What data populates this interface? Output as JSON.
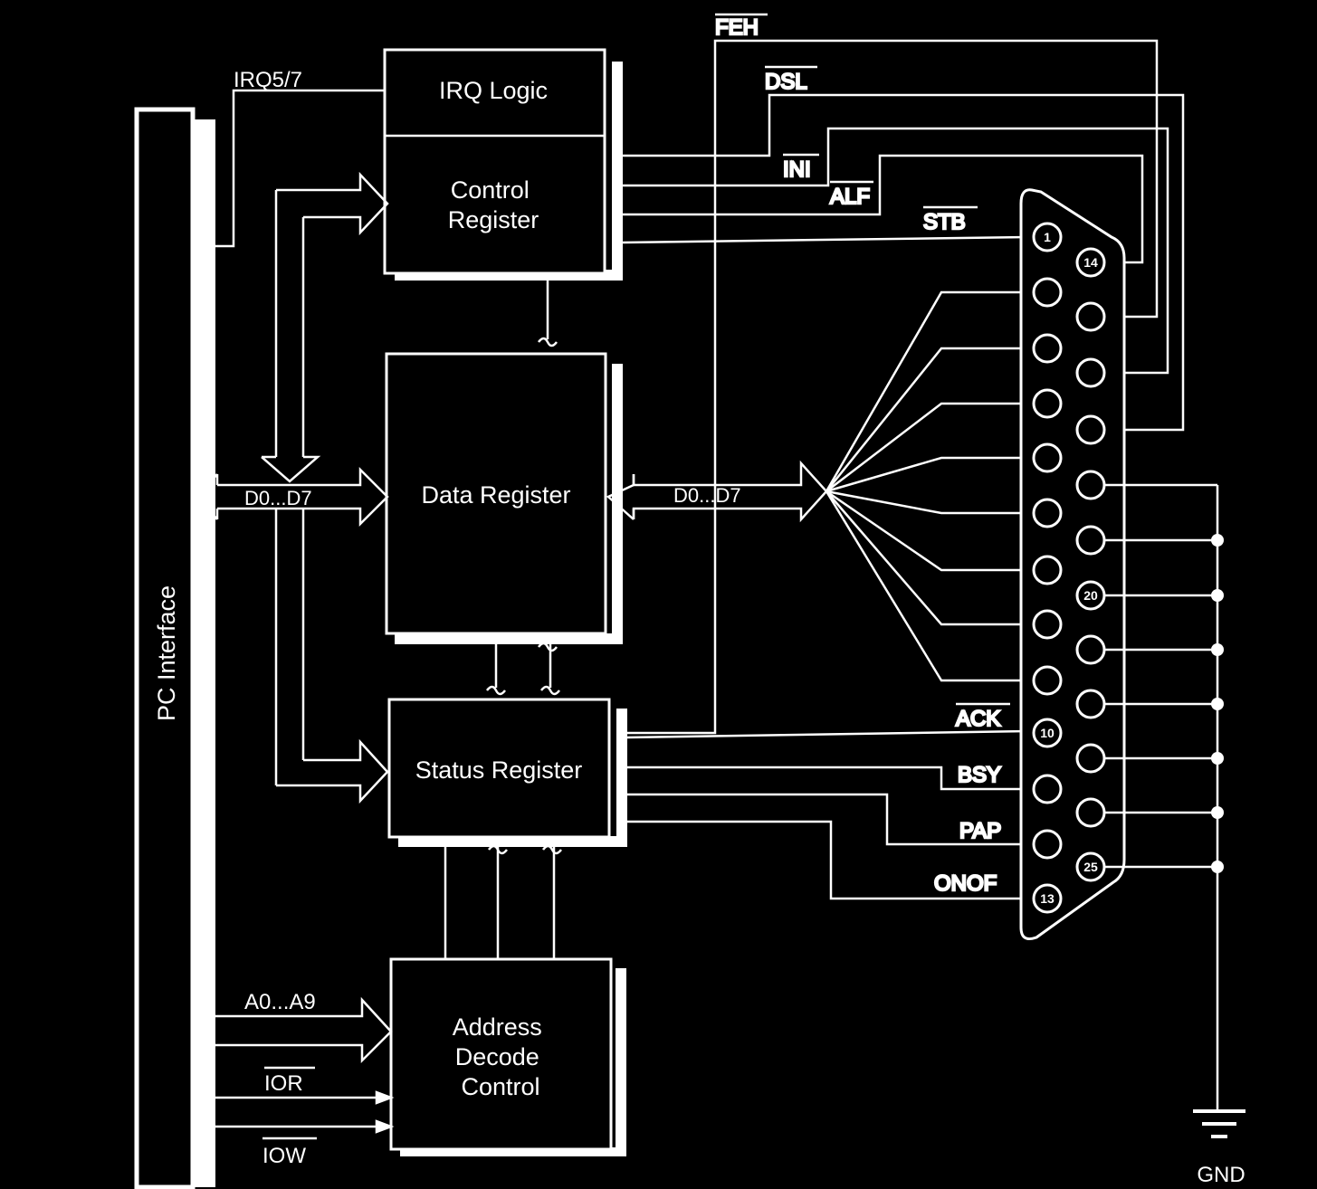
{
  "blocks": {
    "pc_interface": "PC Interface",
    "irq_logic": "IRQ Logic",
    "control_register": [
      "Control",
      "Register"
    ],
    "data_register": "Data Register",
    "status_register": "Status Register",
    "address_decode": [
      "Address",
      "Decode",
      "Control"
    ]
  },
  "buses": {
    "irq": "IRQ5/7",
    "data_left": "D0...D7",
    "data_right": "D0...D7",
    "address": "A0...A9",
    "ior": "IOR",
    "iow": "IOW"
  },
  "control_signals": [
    "FEH",
    "DSL",
    "INI",
    "ALF",
    "STB"
  ],
  "status_signals": [
    "ACK",
    "BSY",
    "PAP",
    "ONOF"
  ],
  "connector": {
    "pin_labels": [
      "1",
      "14",
      "20",
      "10",
      "25",
      "13"
    ]
  },
  "ground": "GND"
}
